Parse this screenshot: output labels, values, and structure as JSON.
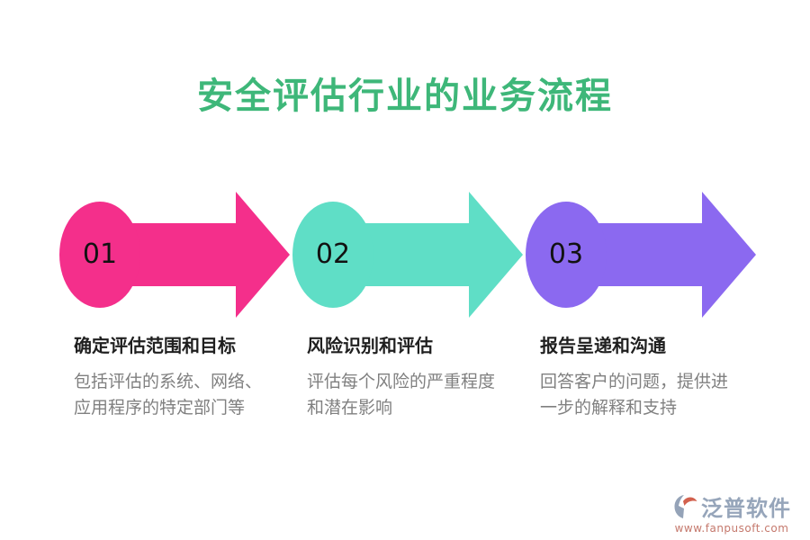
{
  "title": {
    "text": "安全评估行业的业务流程"
  },
  "steps": [
    {
      "number": "01",
      "color": "#F42F8B",
      "title": "确定评估范围和目标",
      "description": "包括评估的系统、网络、\n应用程序的特定部门等"
    },
    {
      "number": "02",
      "color": "#5FDEC6",
      "title": "风险识别和评估",
      "description": "评估每个风险的严重程度\n和潜在影响"
    },
    {
      "number": "03",
      "color": "#8B69F0",
      "title": "报告呈递和沟通",
      "description": "回答客户的问题，提供进\n一步的解释和支持"
    }
  ],
  "brand": {
    "name": "泛普软件",
    "url": "www.fanpusoft.com",
    "icon": "fanpu-logo-icon",
    "icon_blue": "#95A3B8",
    "icon_orange": "#D2614E"
  },
  "colors": {
    "title_green": "#3EB779",
    "step_title_text": "#1F1F1F",
    "step_desc_text": "#808080",
    "number_text": "#121212",
    "brand_text": "#96A5BA",
    "brand_url_text": "#C5796D"
  }
}
